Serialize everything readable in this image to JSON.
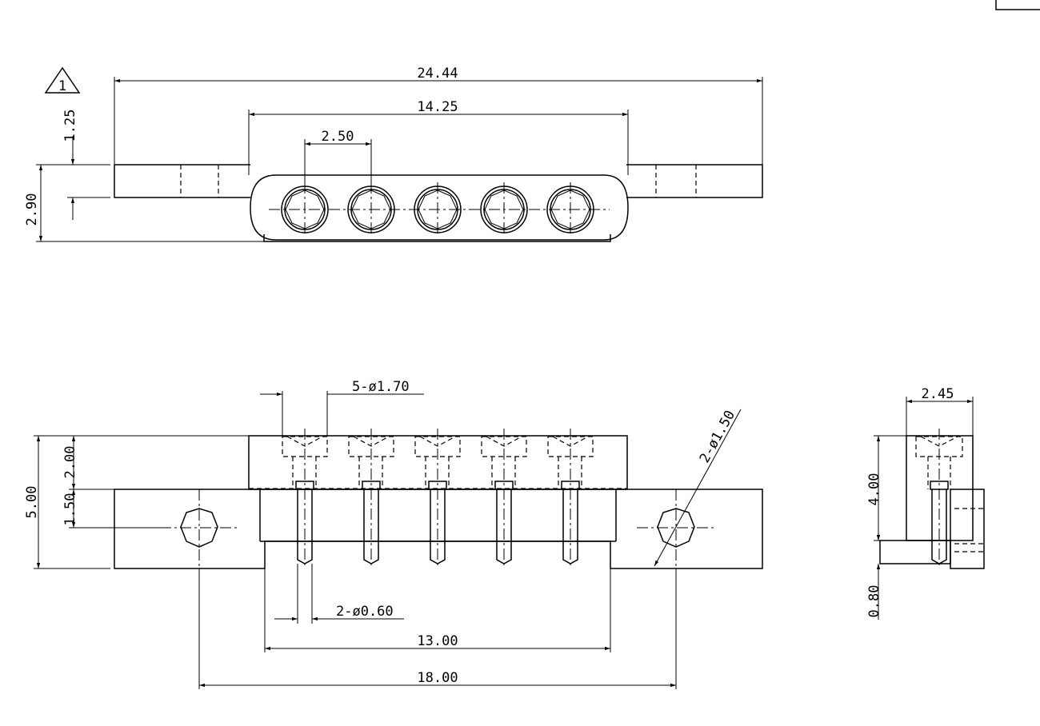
{
  "revision_mark": "1",
  "top_view": {
    "dims": {
      "overall_length": "24.44",
      "housing_length": "14.25",
      "pitch": "2.50",
      "tab_thickness": "1.25",
      "height": "2.90"
    },
    "contact_count": 5
  },
  "front_view": {
    "dims": {
      "pin_hole": "5-ø1.70",
      "mount_hole": "2-ø1.50",
      "pin_dia": "2-ø0.60",
      "body_length": "13.00",
      "mount_pitch": "18.00",
      "upper_height": "2.00",
      "flange_height": "1.50",
      "total_height": "5.00"
    }
  },
  "side_view": {
    "dims": {
      "width": "2.45",
      "height": "4.00",
      "board_thickness": "0.80"
    }
  }
}
